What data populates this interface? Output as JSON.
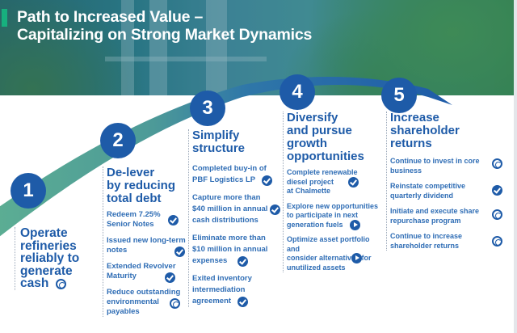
{
  "header": {
    "title_line1": "Path to Increased Value –",
    "title_line2": "Capitalizing on Strong Market Dynamics"
  },
  "colors": {
    "primary_blue": "#1e5ba8",
    "text_blue": "#2f6db5",
    "arc_teal": "#5aab95",
    "arc_blue": "#1e5ba8",
    "accent_green": "#17b07e"
  },
  "steps": [
    {
      "number": "1",
      "title_lines": [
        "Operate",
        "refineries",
        "reliably to",
        "generate",
        "cash"
      ],
      "title_icon": "cycle-icon",
      "items": []
    },
    {
      "number": "2",
      "title_lines": [
        "De-lever",
        "by reducing",
        "total debt"
      ],
      "items": [
        {
          "lines": [
            "Redeem 7.25%",
            "Senior Notes"
          ],
          "icon": "check-icon"
        },
        {
          "lines": [
            "Issued new long-term",
            "notes"
          ],
          "icon": "check-icon"
        },
        {
          "lines": [
            "Extended Revolver",
            "Maturity"
          ],
          "icon": "check-icon"
        },
        {
          "lines": [
            "Reduce outstanding",
            "environmental",
            "payables"
          ],
          "icon": "cycle-icon"
        }
      ]
    },
    {
      "number": "3",
      "title_lines": [
        "Simplify",
        "structure"
      ],
      "items": [
        {
          "lines": [
            "Completed buy-in of",
            "PBF Logistics LP"
          ],
          "icon": "check-icon"
        },
        {
          "lines": [
            "Capture more than",
            "$40 million in annual",
            "cash distributions"
          ],
          "icon": "check-icon"
        },
        {
          "lines": [
            "Eliminate more than",
            "$10 million in annual",
            "expenses"
          ],
          "icon": "check-icon"
        },
        {
          "lines": [
            "Exited inventory",
            "intermediation",
            "agreement"
          ],
          "icon": "check-icon"
        }
      ]
    },
    {
      "number": "4",
      "title_lines": [
        "Diversify",
        "and pursue",
        "growth",
        "opportunities"
      ],
      "items": [
        {
          "lines": [
            "Complete renewable",
            "diesel project",
            "at Chalmette"
          ],
          "icon": "check-icon"
        },
        {
          "lines": [
            "Explore new opportunities",
            "to participate in next",
            "generation fuels"
          ],
          "icon": "play-icon"
        },
        {
          "lines": [
            "Optimize asset portfolio and",
            "consider alternatives for",
            "unutilized assets"
          ],
          "icon": "play-icon"
        }
      ]
    },
    {
      "number": "5",
      "title_lines": [
        "Increase",
        "shareholder",
        "returns"
      ],
      "items": [
        {
          "lines": [
            "Continue to invest in core",
            "business"
          ],
          "icon": "cycle-icon"
        },
        {
          "lines": [
            "Reinstate competitive",
            "quarterly dividend"
          ],
          "icon": "check-icon"
        },
        {
          "lines": [
            "Initiate and execute share",
            "repurchase program"
          ],
          "icon": "cycle-icon"
        },
        {
          "lines": [
            "Continue to increase",
            "shareholder returns"
          ],
          "icon": "cycle-icon"
        }
      ]
    }
  ]
}
